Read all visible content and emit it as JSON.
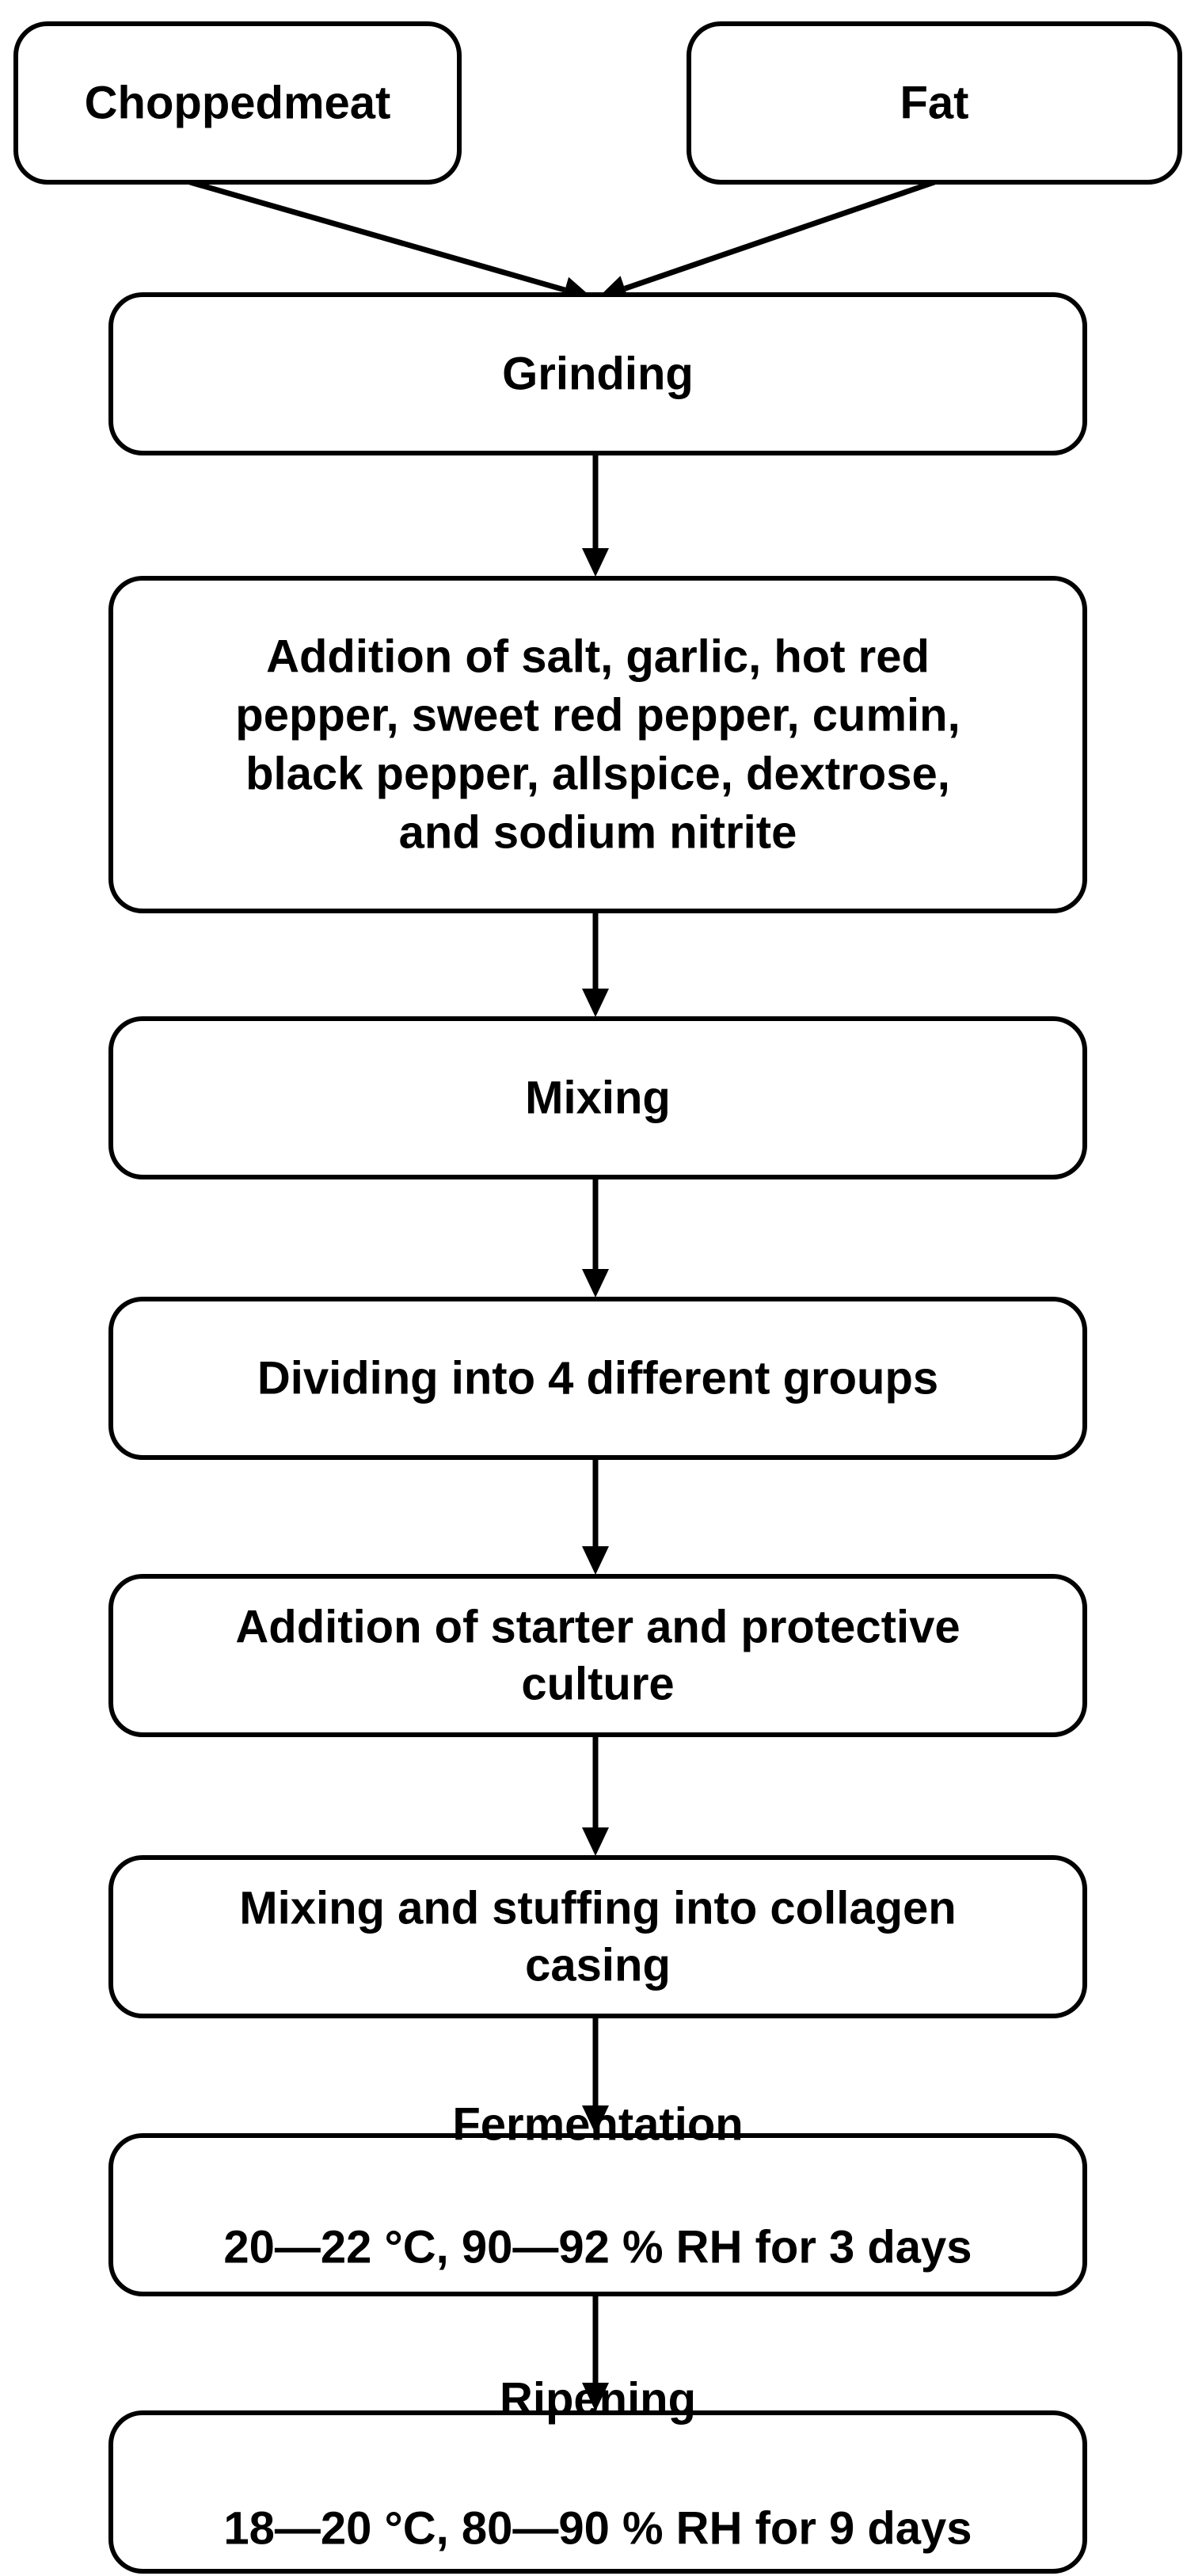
{
  "diagram": {
    "nodes": [
      {
        "id": "chopped-meat",
        "lines": [
          "Choppedmeat"
        ]
      },
      {
        "id": "fat",
        "lines": [
          "Fat"
        ]
      },
      {
        "id": "grinding",
        "lines": [
          "Grinding"
        ]
      },
      {
        "id": "addition-spices",
        "lines": [
          "Addition of salt, garlic, hot red",
          "pepper, sweet red pepper, cumin,",
          "black pepper, allspice, dextrose,",
          "and sodium nitrite"
        ]
      },
      {
        "id": "mixing",
        "lines": [
          "Mixing"
        ]
      },
      {
        "id": "dividing",
        "lines": [
          "Dividing into 4 different groups"
        ]
      },
      {
        "id": "addition-starter",
        "lines": [
          "Addition of starter and protective",
          "culture"
        ]
      },
      {
        "id": "mixing-stuffing",
        "lines": [
          "Mixing and stuffing into collagen",
          "casing"
        ]
      },
      {
        "id": "fermentation",
        "lines": [
          "Fermentation",
          "20—22 °C, 90—92 % RH  for 3 days"
        ]
      },
      {
        "id": "ripening",
        "lines": [
          "Ripening",
          "18—20 °C, 80—90 % RH  for 9 days"
        ]
      }
    ],
    "edges": [
      {
        "from": "chopped-meat",
        "to": "grinding"
      },
      {
        "from": "fat",
        "to": "grinding"
      },
      {
        "from": "grinding",
        "to": "addition-spices"
      },
      {
        "from": "addition-spices",
        "to": "mixing"
      },
      {
        "from": "mixing",
        "to": "dividing"
      },
      {
        "from": "dividing",
        "to": "addition-starter"
      },
      {
        "from": "addition-starter",
        "to": "mixing-stuffing"
      },
      {
        "from": "mixing-stuffing",
        "to": "fermentation"
      },
      {
        "from": "fermentation",
        "to": "ripening"
      }
    ]
  }
}
